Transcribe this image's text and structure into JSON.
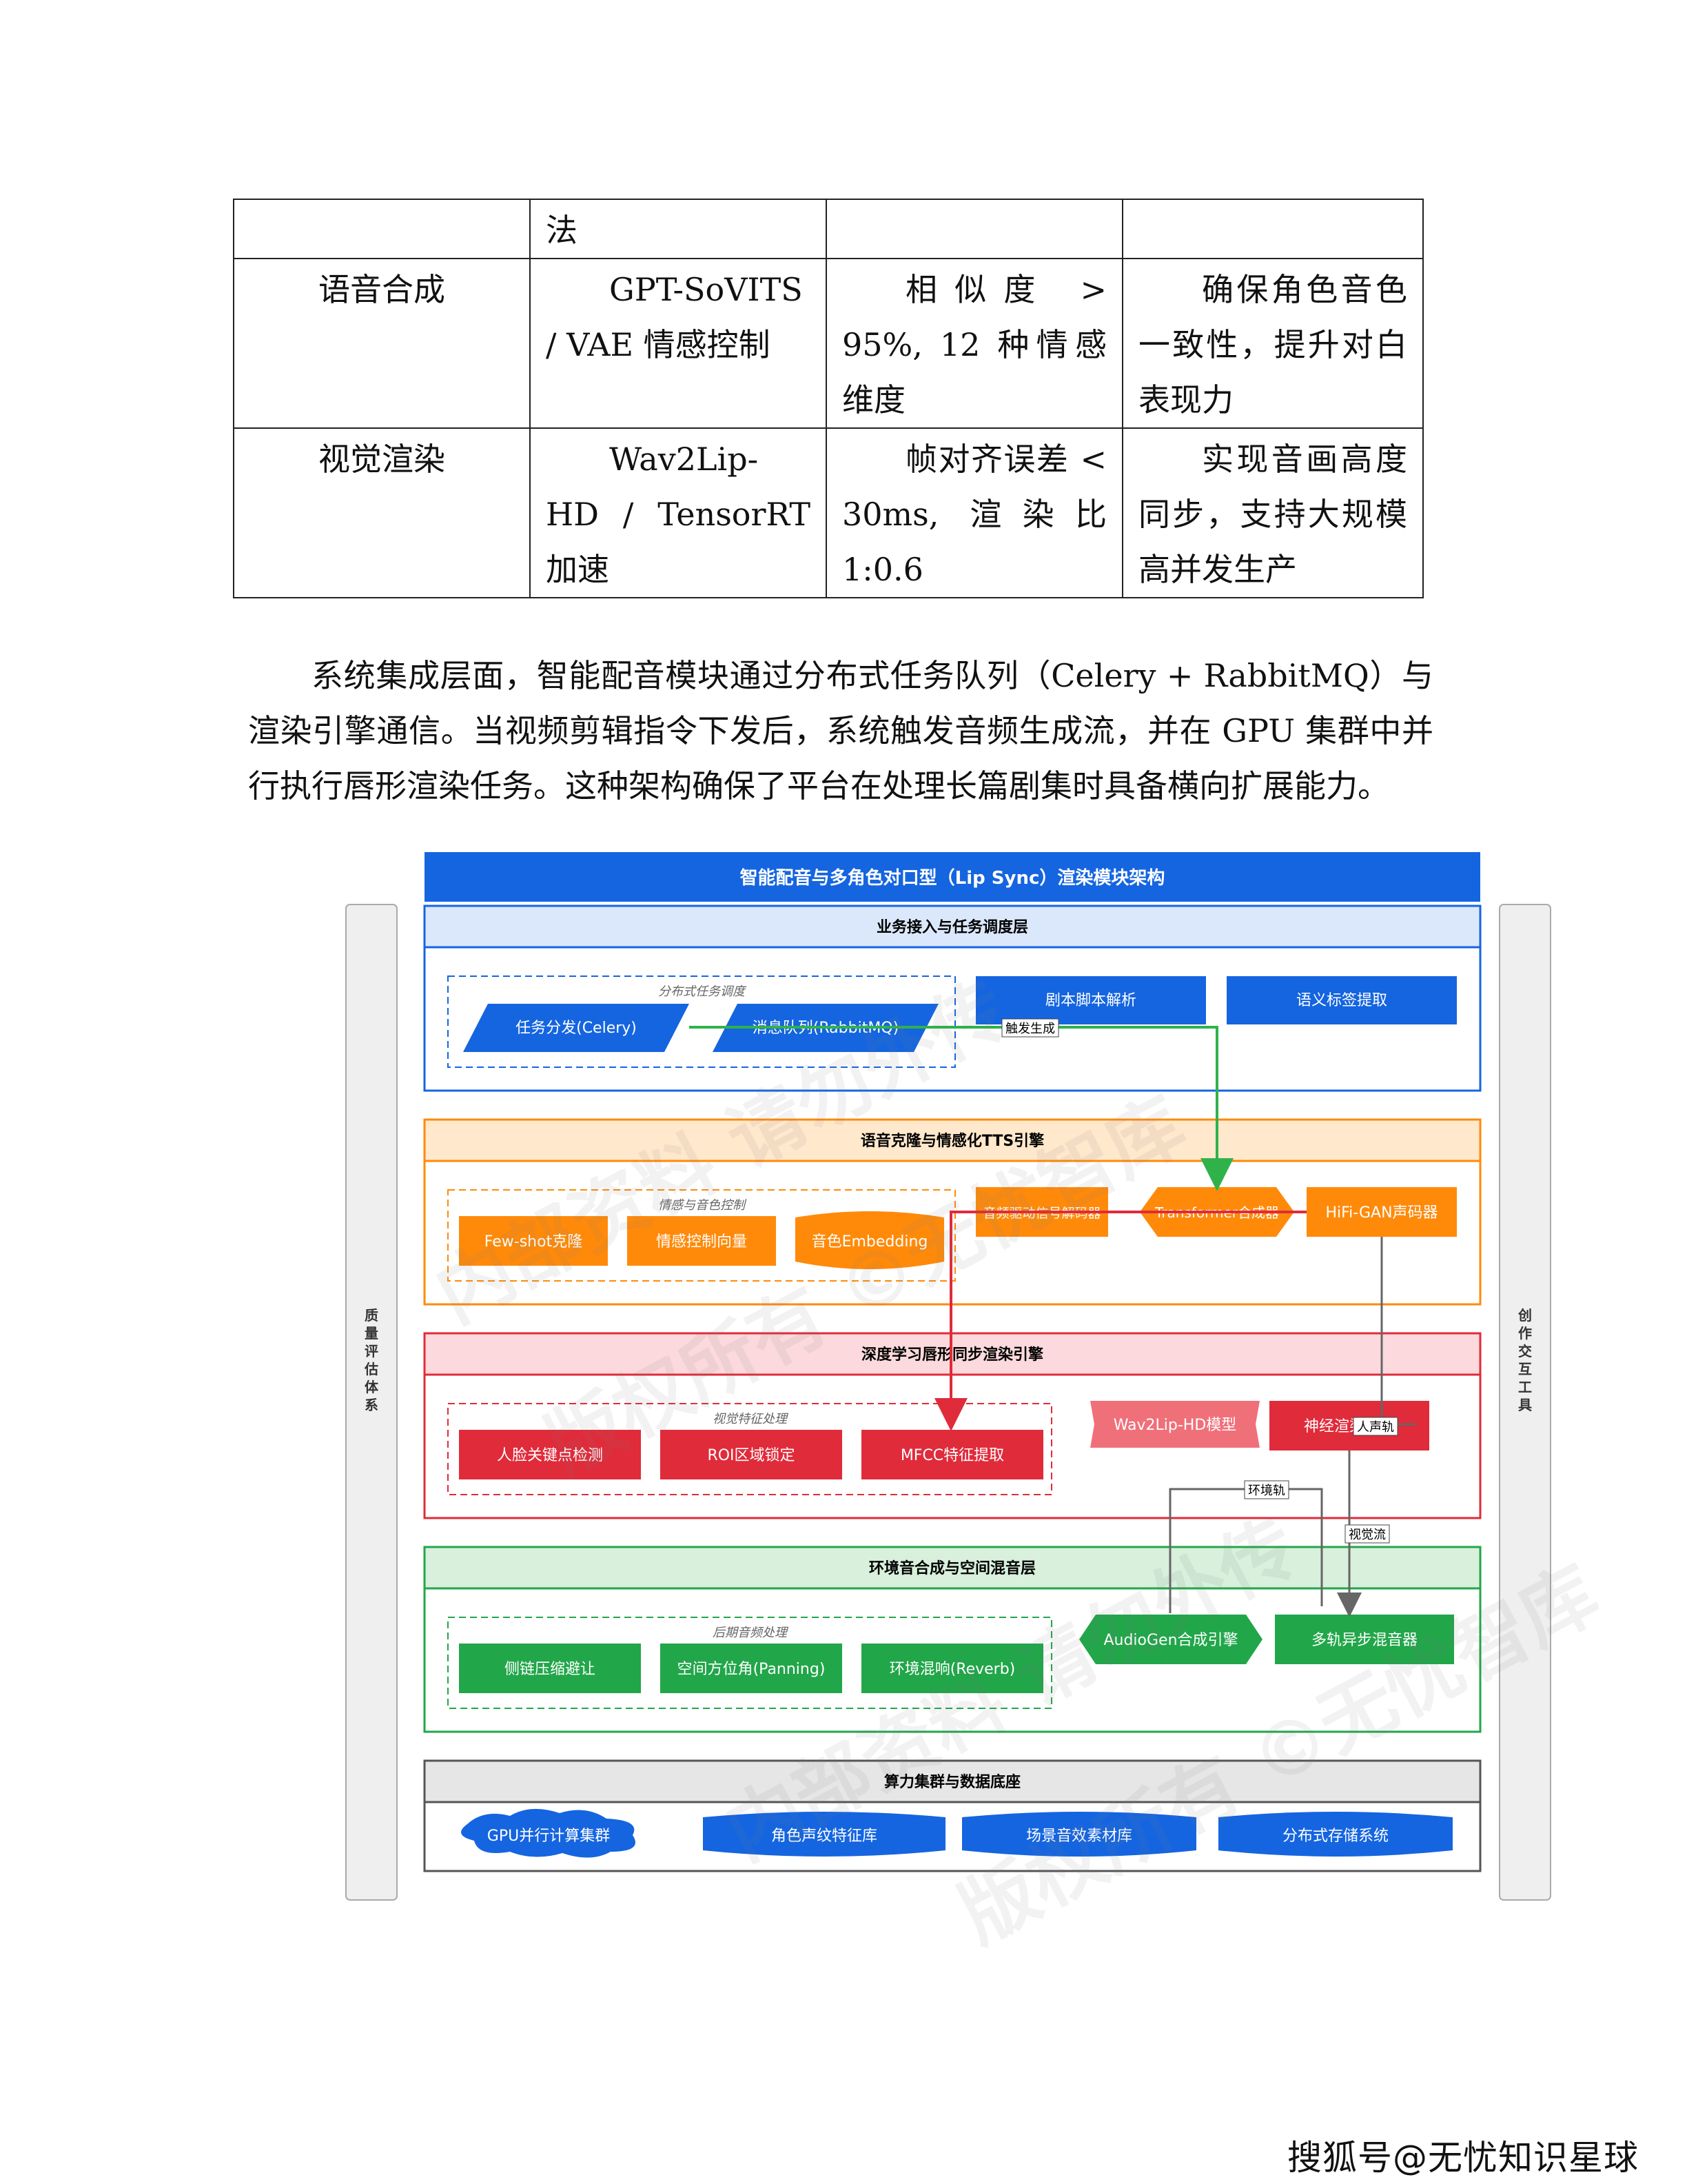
{
  "table": {
    "rows": [
      [
        "",
        "法",
        "",
        ""
      ],
      [
        "语音合成",
        "GPT-SoVITS / VAE 情感控制",
        "相似度 > 95%, 12 种情感维度",
        "确保角色音色一致性，提升对白表现力"
      ],
      [
        "视觉渲染",
        "Wav2Lip-HD / TensorRT 加速",
        "帧对齐误差 < 30ms, 渲染比 1:0.6",
        "实现音画高度同步，支持大规模高并发生产"
      ]
    ]
  },
  "paragraph": "系统集成层面，智能配音模块通过分布式任务队列（Celery + RabbitMQ）与渲染引擎通信。当视频剪辑指令下发后，系统触发音频生成流，并在 GPU 集群中并行执行唇形渲染任务。这种架构确保了平台在处理长篇剧集时具备横向扩展能力。",
  "diagram": {
    "title": "智能配音与多角色对口型（Lip Sync）渲染模块架构",
    "left_sidebar": "质量评估体系",
    "right_sidebar": "创作交互工具",
    "layers": [
      {
        "title": "业务接入与任务调度层",
        "group": "分布式任务调度",
        "nodes": [
          "任务分发(Celery)",
          "消息队列(RabbitMQ)",
          "剧本脚本解析",
          "语义标签提取"
        ]
      },
      {
        "title": "语音克隆与情感化TTS引擎",
        "group": "情感与音色控制",
        "nodes": [
          "Few-shot克隆",
          "情感控制向量",
          "音色Embedding",
          "音频驱动信号解码器",
          "Transformer合成器",
          "HiFi-GAN声码器"
        ]
      },
      {
        "title": "深度学习唇形同步渲染引擎",
        "group": "视觉特征处理",
        "nodes": [
          "人脸关键点检测",
          "ROI区域锁定",
          "MFCC特征提取",
          "Wav2Lip-HD模型",
          "神经渲染平滑"
        ]
      },
      {
        "title": "环境音合成与空间混音层",
        "group": "后期音频处理",
        "nodes": [
          "侧链压缩避让",
          "空间方位角(Panning)",
          "环境混响(Reverb)",
          "AudioGen合成引擎",
          "多轨异步混音器"
        ]
      },
      {
        "title": "算力集群与数据底座",
        "nodes": [
          "GPU并行计算集群",
          "角色声纹特征库",
          "场景音效素材库",
          "分布式存储系统"
        ]
      }
    ],
    "edge_labels": [
      "触发生成",
      "人声轨",
      "环境轨",
      "视觉流"
    ],
    "watermark_lines": [
      "内部资料 请勿外传",
      "版权所有 ©无忧智库"
    ],
    "colors": {
      "blue": "#1565e0",
      "orange": "#ff8a0a",
      "red": "#e02b3a",
      "green": "#22a64a",
      "green_arrow": "#2fb24a"
    }
  },
  "footer_watermark": "搜狐号@无忧知识星球"
}
